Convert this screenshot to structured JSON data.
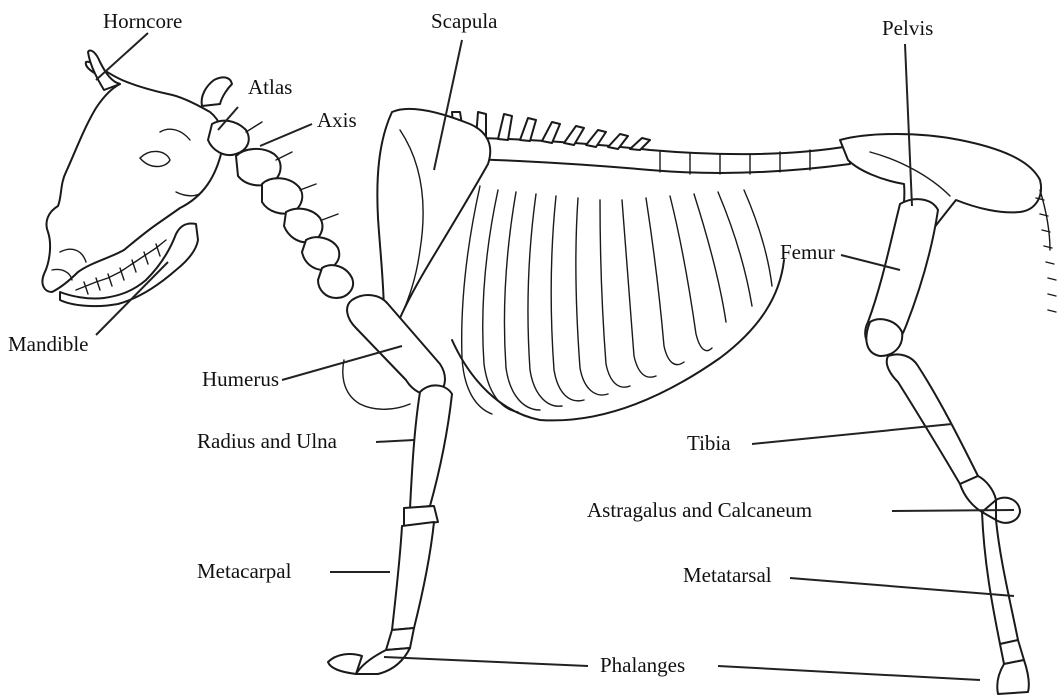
{
  "labels": {
    "horncore": "Horncore",
    "scapula": "Scapula",
    "pelvis": "Pelvis",
    "atlas": "Atlas",
    "axis": "Axis",
    "femur": "Femur",
    "mandible": "Mandible",
    "humerus": "Humerus",
    "radius_ulna": "Radius and Ulna",
    "tibia": "Tibia",
    "astragalus_calcaneum": "Astragalus and Calcaneum",
    "metacarpal": "Metacarpal",
    "metatarsal": "Metatarsal",
    "phalanges": "Phalanges"
  }
}
